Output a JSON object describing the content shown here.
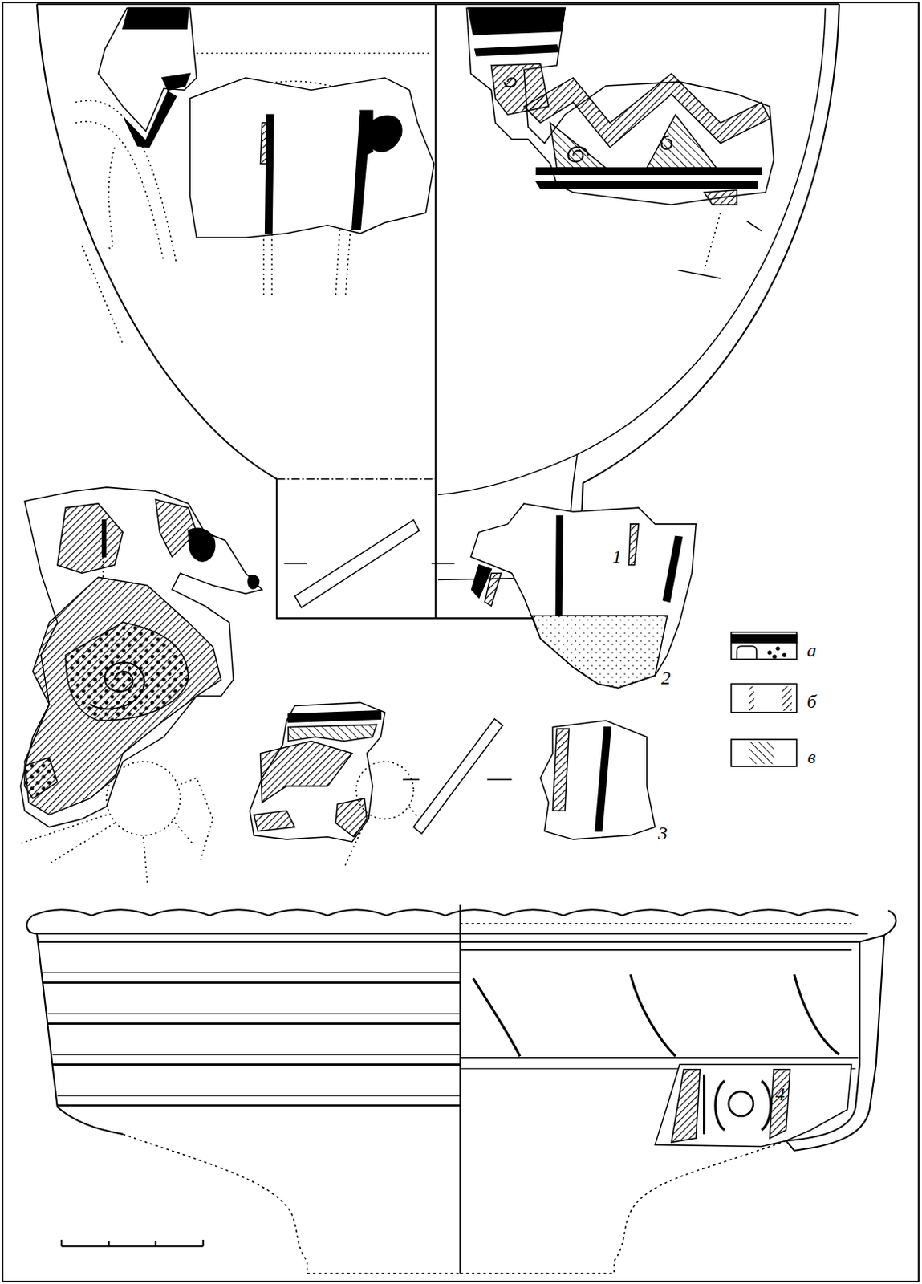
{
  "diagram": {
    "labels": [
      "1",
      "2",
      "3",
      "4"
    ],
    "legend": [
      {
        "text": "а"
      },
      {
        "text": "б"
      },
      {
        "text": "в"
      }
    ]
  }
}
